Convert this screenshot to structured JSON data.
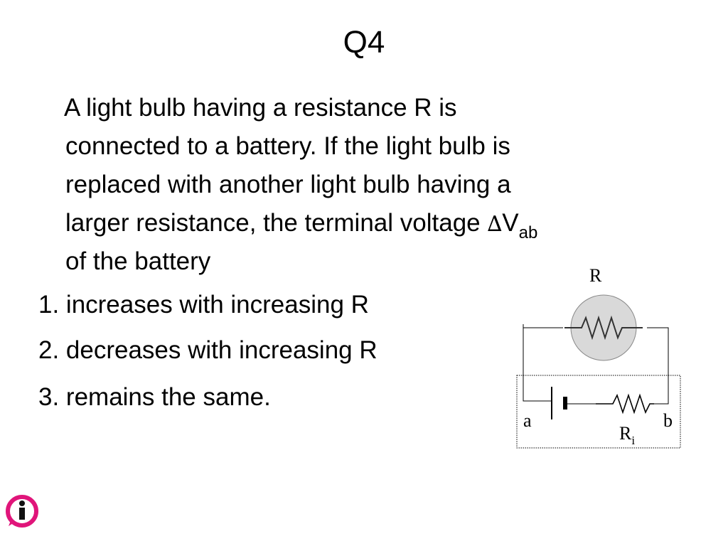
{
  "slide": {
    "title": "Q4"
  },
  "question": {
    "line1": "A light bulb having a resistance R is",
    "line2": "connected to a battery. If the light bulb is",
    "line3": "replaced with another light bulb having a",
    "line4_prefix": "larger resistance, the terminal voltage ",
    "delta_symbol": "∆",
    "voltage_symbol": "V",
    "voltage_subscript": "ab",
    "line5": "of the battery"
  },
  "options": [
    "1. increases with increasing R",
    "2. decreases with increasing R",
    "3. remains the same."
  ],
  "circuit": {
    "resistor_label": "R",
    "node_a": "a",
    "node_b": "b",
    "internal_resistor_label": "R",
    "internal_resistor_subscript": "i",
    "bulb_fill": "#d9d9d9"
  },
  "logo": {
    "icon": "info-icon",
    "color": "#e0157a"
  }
}
